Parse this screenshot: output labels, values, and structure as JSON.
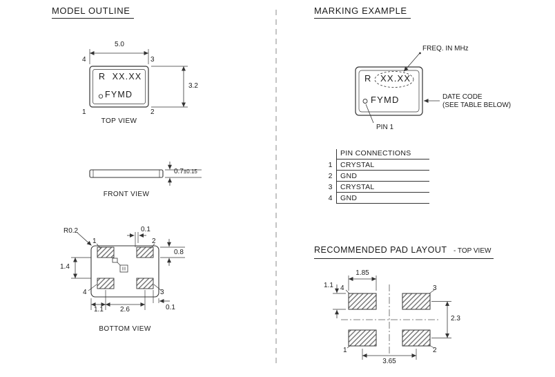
{
  "left": {
    "title": "MODEL OUTLINE",
    "top_view": {
      "caption": "TOP VIEW",
      "width_dim": "5.0",
      "height_dim": "3.2",
      "marking_line1": "R  XX.XX",
      "marking_line2": "FYMD",
      "pins": {
        "tl": "4",
        "tr": "3",
        "bl": "1",
        "br": "2"
      }
    },
    "front_view": {
      "caption": "FRONT VIEW",
      "thickness_dim": "0.7",
      "thickness_tol": "±0.15"
    },
    "bottom_view": {
      "caption": "BOTTOM VIEW",
      "corner_radius_dim": "R0.2",
      "top_offset_dim": "0.1",
      "pad_height_dim": "0.8",
      "pad_gap_dim": "1.4",
      "pad_edge_dim": "1.1",
      "pad_pitch_dim": "2.6",
      "side_offset_dim": "0.1",
      "pins": {
        "tl": "1",
        "tr": "2",
        "bl": "4",
        "br": "3"
      }
    }
  },
  "right": {
    "marking_title": "MARKING EXAMPLE",
    "marking": {
      "line1_prefix": "R",
      "line1_value": "XX.XX",
      "line2": "FYMD",
      "freq_callout": "FREQ. IN MHz",
      "datecode_callout_1": "DATE CODE",
      "datecode_callout_2": "(SEE TABLE BELOW)",
      "pin1_callout": "PIN 1"
    },
    "pin_connections": {
      "title": "PIN CONNECTIONS",
      "rows": [
        {
          "pin": "1",
          "name": "CRYSTAL"
        },
        {
          "pin": "2",
          "name": "GND"
        },
        {
          "pin": "3",
          "name": "CRYSTAL"
        },
        {
          "pin": "4",
          "name": "GND"
        }
      ]
    },
    "pad_layout": {
      "title": "RECOMMENDED PAD LAYOUT",
      "subtitle": "- TOP VIEW",
      "pad_width_dim": "1.85",
      "pad_height_dim": "1.1",
      "vertical_pitch_dim": "2.3",
      "horizontal_pitch_dim": "3.65",
      "pins": {
        "tl": "4",
        "tr": "3",
        "bl": "1",
        "br": "2"
      }
    }
  }
}
